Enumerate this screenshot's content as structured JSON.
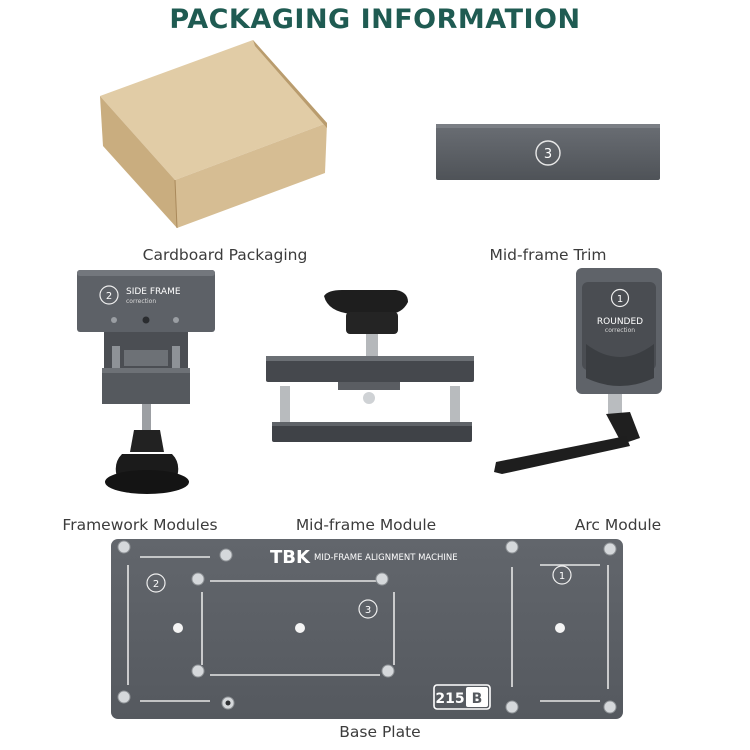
{
  "title": "PACKAGING INFORMATION",
  "colors": {
    "title": "#1f5b52",
    "metal": "#5b5f65",
    "metal_dark": "#3e4146",
    "cardboard": "#d2b88f",
    "knob": "#1c1c1c"
  },
  "items": {
    "cardboard": {
      "label": "Cardboard Packaging"
    },
    "trim": {
      "label": "Mid-frame Trim",
      "badge": "3"
    },
    "framework": {
      "label": "Framework Modules",
      "badge": "2",
      "line1": "SIDE FRAME",
      "line2": "correction"
    },
    "midframe": {
      "label": "Mid-frame Module"
    },
    "arc": {
      "label": "Arc Module",
      "badge": "1",
      "line1": "ROUNDED",
      "line2": "correction"
    },
    "baseplate": {
      "label": "Base Plate",
      "brand": "TBK",
      "machine": "MID-FRAME ALIGNMENT MACHINE",
      "model_number": "215",
      "model_letter": "B",
      "badge_left": "2",
      "badge_center": "3",
      "badge_right": "1"
    }
  }
}
